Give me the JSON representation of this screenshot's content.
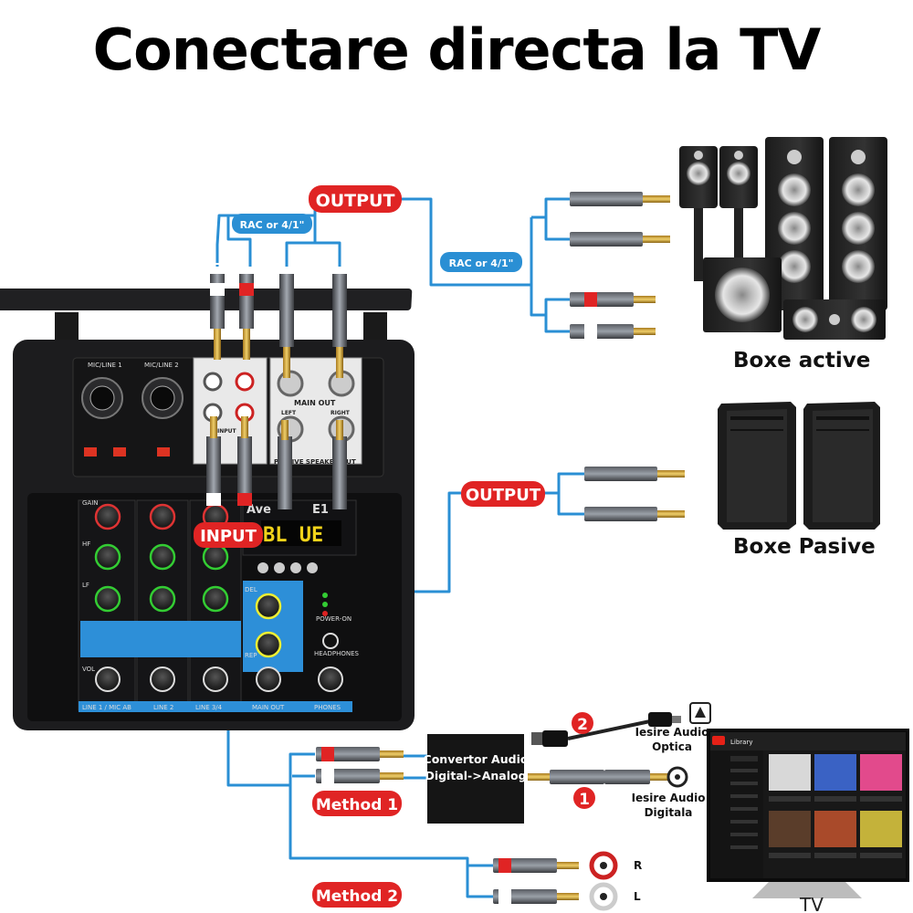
{
  "title": "Conectare directa la TV",
  "labels": {
    "output_top": "OUTPUT",
    "output_mid": "OUTPUT",
    "input": "INPUT",
    "rac_left": "RAC or 4/1\"",
    "rac_right": "RAC or 4/1\"",
    "method1": "Method 1",
    "method2": "Method 2",
    "num_1": "1",
    "num_2": "2",
    "converter_line1": "Convertor Audio",
    "converter_line2": "Digital->Analog",
    "optical_line1": "Iesire Audio",
    "optical_line2": "Optica",
    "digital_line1": "Iesire Audio",
    "digital_line2": "Digitala",
    "channel_r": "R",
    "channel_l": "L",
    "tv": "TV",
    "active_speakers": "Boxe active",
    "passive_speakers": "Boxe Pasive"
  },
  "mixer": {
    "display": "BL UE",
    "brand": "Ave",
    "model": "E1",
    "jack_labels": [
      "MIC/LINE 1",
      "MIC/LINE 2",
      "MAIN OUT",
      "PASSIVE SPEAKER OUT",
      "INPUT",
      "LEFT",
      "RIGHT"
    ],
    "channel_labels": [
      "LINE 1 / MIC AB",
      "LINE 2",
      "LINE 3/4",
      "MAIN OUT",
      "PHONES"
    ],
    "knob_labels": [
      "GAIN",
      "HF",
      "LF",
      "VOL",
      "DEL",
      "REP",
      "HEADPHONES",
      "POWER-ON"
    ]
  },
  "tv_screen": {
    "sidebar_title": "Library"
  },
  "colors": {
    "badge_red": "#e02424",
    "wire_blue": "#2a8fd4",
    "mixer_body": "#1c1c1e",
    "panel_blue": "#2d8fd8",
    "tv_red": "#e62117"
  }
}
